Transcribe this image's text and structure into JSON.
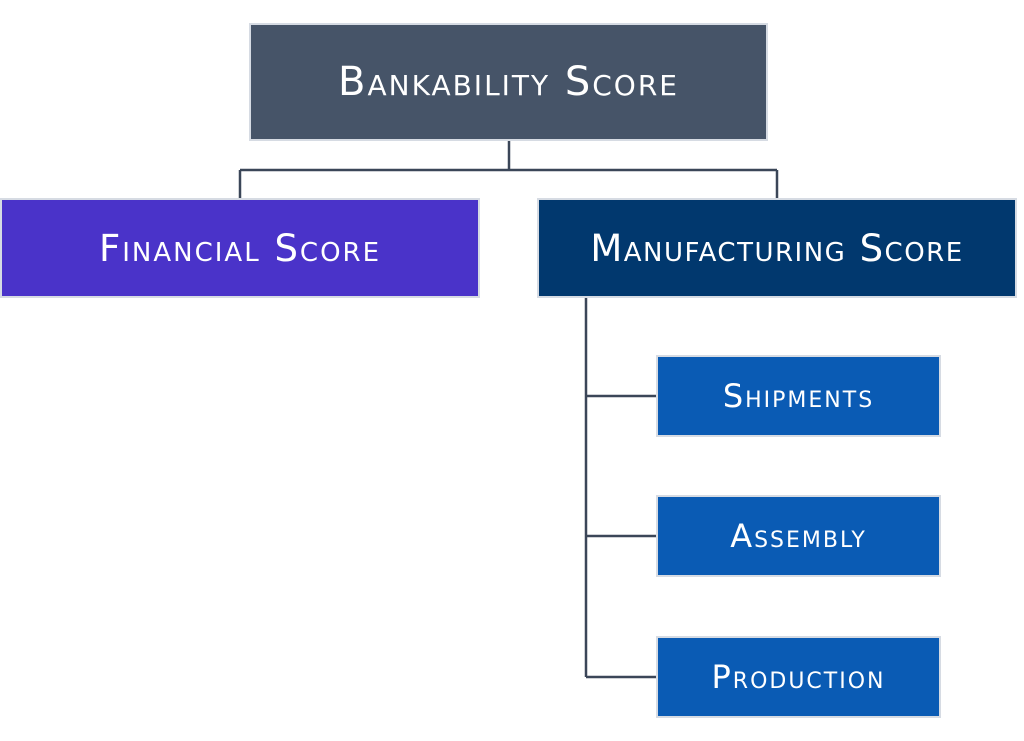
{
  "diagram": {
    "root": {
      "label": "Bankability Score",
      "color": "#465468"
    },
    "level1": [
      {
        "label": "Financial Score",
        "color": "#4a33c9"
      },
      {
        "label": "Manufacturing Score",
        "color": "#01386e"
      }
    ],
    "manufacturing_children": [
      {
        "label": "Shipments",
        "color": "#0a5bb4"
      },
      {
        "label": "Assembly",
        "color": "#0a5bb4"
      },
      {
        "label": "Production",
        "color": "#0a5bb4"
      }
    ],
    "connector_color": "#3b4658"
  }
}
